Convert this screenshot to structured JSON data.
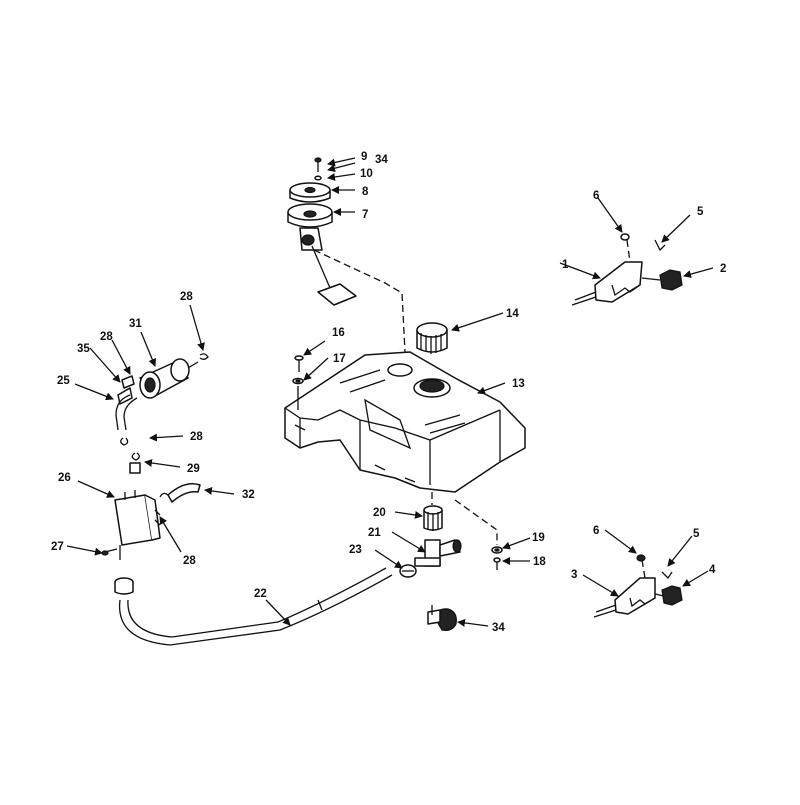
{
  "callouts": [
    {
      "id": "c1",
      "label": "1"
    },
    {
      "id": "c2",
      "label": "2"
    },
    {
      "id": "c3",
      "label": "3"
    },
    {
      "id": "c4",
      "label": "4"
    },
    {
      "id": "c5a",
      "label": "5"
    },
    {
      "id": "c5b",
      "label": "5"
    },
    {
      "id": "c6a",
      "label": "6"
    },
    {
      "id": "c6b",
      "label": "6"
    },
    {
      "id": "c7",
      "label": "7"
    },
    {
      "id": "c8",
      "label": "8"
    },
    {
      "id": "c9",
      "label": "9"
    },
    {
      "id": "c10",
      "label": "10"
    },
    {
      "id": "c13",
      "label": "13"
    },
    {
      "id": "c14",
      "label": "14"
    },
    {
      "id": "c16",
      "label": "16"
    },
    {
      "id": "c17",
      "label": "17"
    },
    {
      "id": "c18",
      "label": "18"
    },
    {
      "id": "c19",
      "label": "19"
    },
    {
      "id": "c20",
      "label": "20"
    },
    {
      "id": "c21",
      "label": "21"
    },
    {
      "id": "c22",
      "label": "22"
    },
    {
      "id": "c23",
      "label": "23"
    },
    {
      "id": "c25",
      "label": "25"
    },
    {
      "id": "c26",
      "label": "26"
    },
    {
      "id": "c27",
      "label": "27"
    },
    {
      "id": "c28a",
      "label": "28"
    },
    {
      "id": "c28b",
      "label": "28"
    },
    {
      "id": "c28c",
      "label": "28"
    },
    {
      "id": "c28d",
      "label": "28"
    },
    {
      "id": "c29",
      "label": "29"
    },
    {
      "id": "c31",
      "label": "31"
    },
    {
      "id": "c32",
      "label": "32"
    },
    {
      "id": "c34a",
      "label": "34"
    },
    {
      "id": "c34b",
      "label": "34"
    },
    {
      "id": "c35",
      "label": "35"
    }
  ]
}
